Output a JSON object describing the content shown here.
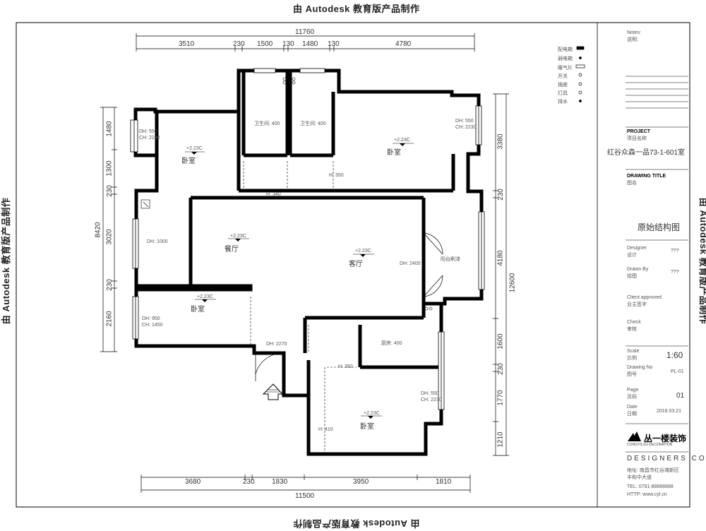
{
  "watermark": {
    "top": "由 Autodesk 教育版产品制作",
    "bottom": "由 Autodesk 教育版产品制作",
    "left": "由 Autodesk 教育版产品制作",
    "right": "由 Autodesk 教育版产品制作"
  },
  "dimensions": {
    "top_total": "11760",
    "top": [
      "3510",
      "230",
      "1500",
      "130",
      "1480",
      "130",
      "4780"
    ],
    "bottom_total": "11500",
    "bottom": [
      "3680",
      "230",
      "1830",
      "3950",
      "1810"
    ],
    "left_total": "8420",
    "left": [
      "1480",
      "1300",
      "230",
      "3020",
      "230",
      "2160"
    ],
    "right_total": "12600",
    "right": [
      "3380",
      "230",
      "4180",
      "1600",
      "230",
      "1770",
      "1210"
    ]
  },
  "rooms": {
    "bedroom_tl": {
      "elev": "+2.23C",
      "label": "卧室",
      "window": "DH: 550",
      "window2": "CH: 2230"
    },
    "bath1": {
      "label": "卫生间: 400"
    },
    "bath2": {
      "label": "卫生间: 400"
    },
    "bedroom_tr": {
      "elev": "+2.23C",
      "label": "卧室",
      "window": "DH: 550",
      "window2": "CH: 2230"
    },
    "corridor": {
      "label": "H: 340",
      "label2": "H: 350"
    },
    "dining": {
      "elev": "+2.23C",
      "label": "餐厅",
      "window": "DH: 1000"
    },
    "living": {
      "elev": "+2.23C",
      "label": "客厅",
      "door": "DH: 2400"
    },
    "balcony": {
      "label": "阳台刷漆"
    },
    "bedroom_bl": {
      "elev": "+2.23C",
      "label": "卧室",
      "window": "DH: 950",
      "window2": "CH: 1450"
    },
    "entry": {
      "label": "DH: 2270"
    },
    "kitchen": {
      "label": "厨房: 400",
      "label2": "H: 350"
    },
    "bedroom_br": {
      "elev": "+2.23C",
      "label": "卧室",
      "window": "DH: 550",
      "window2": "CH: 2230",
      "side": "H: 410"
    }
  },
  "title_block": {
    "notes_heading": "Notes:",
    "notes_sub": "说明:",
    "legend": [
      "配电箱",
      "弱电箱",
      "暖气片",
      "开关",
      "插座",
      "灯具",
      "排水"
    ],
    "project_heading": "PROJECT",
    "project_sub": "项目名称",
    "project": "红谷众森一品73-1-601室",
    "drawing_title_heading": "DRAWING TITLE",
    "drawing_title_sub": "图名",
    "drawing_title": "原始结构图",
    "designer_heading": "Designer",
    "designer_sub": "设计",
    "designer": "???",
    "drawn_heading": "Drawn By",
    "drawn_sub": "绘图",
    "drawn": "???",
    "approved_heading": "Client approved",
    "approved_sub": "业主签字",
    "check_heading": "Check",
    "check_sub": "审核",
    "scale_heading": "Scale",
    "scale_sub": "比例",
    "scale": "1:60",
    "drawing_no_heading": "Drawing No",
    "drawing_no_sub": "图号",
    "drawing_no": "PL-01",
    "page_heading": "Page",
    "page_sub": "页码",
    "page": "01",
    "date_heading": "Date",
    "date_sub": "日期",
    "date": "2018.03.21",
    "company": "丛一楼装饰",
    "company_en": "CONGYILOU DECORATION",
    "designers": "DESIGNERS CO.",
    "address1": "地址: 南昌市红谷滩新区",
    "address2": "丰和中大道",
    "tel": "TEL: 0791-88888888",
    "http": "HTTP: www.cyl.cn"
  }
}
